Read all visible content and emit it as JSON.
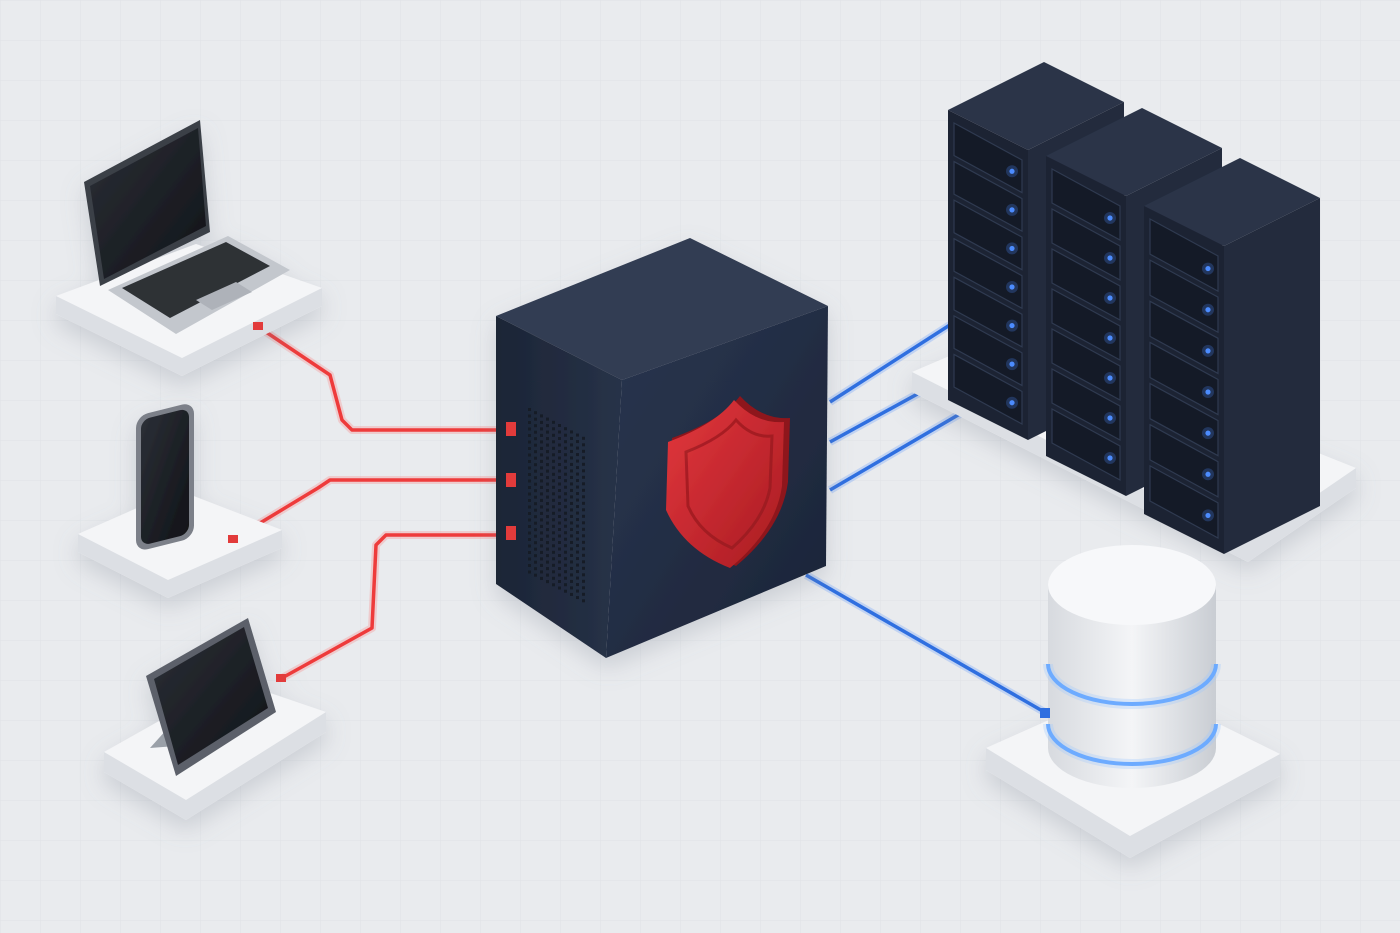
{
  "diagram": {
    "hub": {
      "icon": "shield-icon",
      "body_color": "#1f2a3d",
      "shield_color": "#c8232b"
    },
    "endpoints": [
      {
        "id": "laptop",
        "icon": "laptop-icon"
      },
      {
        "id": "phone",
        "icon": "smartphone-icon"
      },
      {
        "id": "tablet",
        "icon": "tablet-icon"
      }
    ],
    "backend": [
      {
        "id": "server-racks",
        "icon": "server-rack-icon",
        "count": 3
      },
      {
        "id": "database",
        "icon": "database-icon"
      }
    ],
    "links": [
      {
        "from": "laptop",
        "to": "hub",
        "color": "#ee3b3b"
      },
      {
        "from": "phone",
        "to": "hub",
        "color": "#ee3b3b"
      },
      {
        "from": "tablet",
        "to": "hub",
        "color": "#ee3b3b"
      },
      {
        "from": "hub",
        "to": "server-racks",
        "color": "#2f6fe0"
      },
      {
        "from": "hub",
        "to": "server-racks",
        "color": "#2f6fe0"
      },
      {
        "from": "hub",
        "to": "server-racks",
        "color": "#2f6fe0"
      },
      {
        "from": "hub",
        "to": "database",
        "color": "#2f6fe0"
      }
    ]
  }
}
